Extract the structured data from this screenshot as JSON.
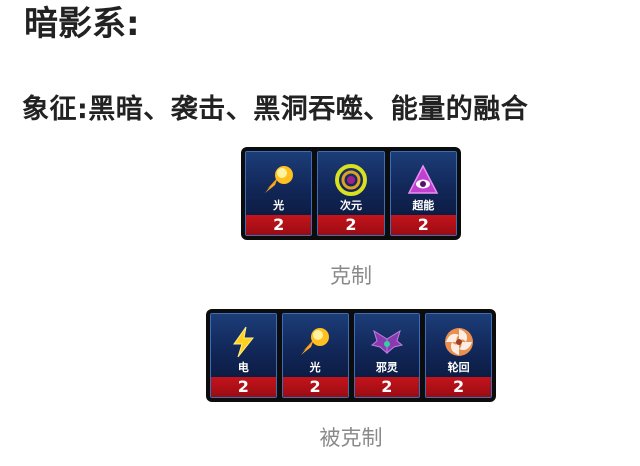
{
  "title": "暗影系:",
  "subtitle": "象征:黑暗、袭击、黑洞吞噬、能量的融合",
  "counters": {
    "caption": "克制",
    "items": [
      {
        "label": "光",
        "count": "2",
        "icon": "fireball-icon"
      },
      {
        "label": "次元",
        "count": "2",
        "icon": "dimension-ring-icon"
      },
      {
        "label": "超能",
        "count": "2",
        "icon": "psychic-eye-icon"
      }
    ]
  },
  "countered_by": {
    "caption": "被克制",
    "items": [
      {
        "label": "电",
        "count": "2",
        "icon": "lightning-icon"
      },
      {
        "label": "光",
        "count": "2",
        "icon": "fireball-icon"
      },
      {
        "label": "邪灵",
        "count": "2",
        "icon": "evil-wings-icon"
      },
      {
        "label": "轮回",
        "count": "2",
        "icon": "swirl-icon"
      }
    ]
  },
  "colors": {
    "tile_bg": "#12285a",
    "count_bar": "#c4141c",
    "panel_frame": "#0c0c0c",
    "caption_text": "#8a8a8a"
  }
}
